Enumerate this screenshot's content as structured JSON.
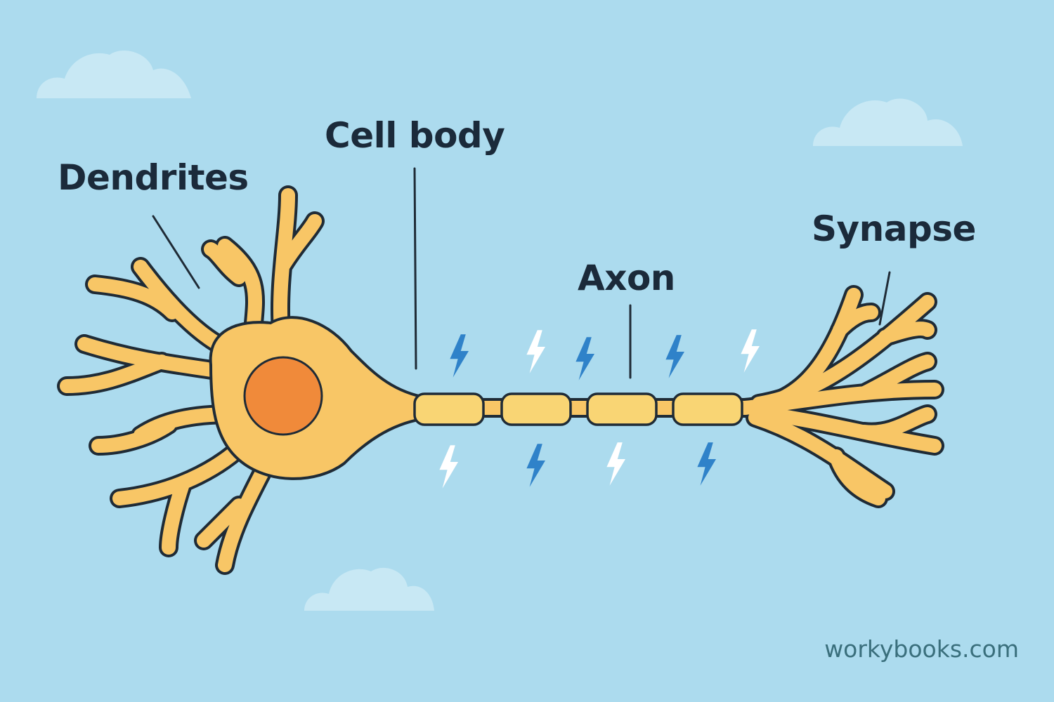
{
  "labels": {
    "cell_body": "Cell body",
    "dendrites": "Dendrites",
    "axon": "Axon",
    "synapse": "Synapse"
  },
  "watermark": "workybooks.com",
  "colors": {
    "background": "#acdbee",
    "cloud": "#c8e8f4",
    "neuron_fill": "#f8c666",
    "neuron_outline": "#1f2b36",
    "nucleus": "#f08a3a",
    "myelin": "#f9d574",
    "spark_blue": "#2f82c9",
    "spark_white": "#ffffff",
    "label_text": "#1b2a3a",
    "watermark_text": "#3a6f7c"
  }
}
